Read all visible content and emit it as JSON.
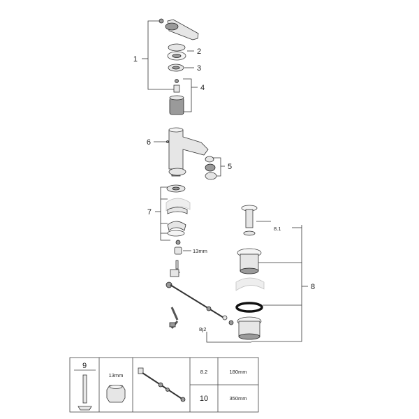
{
  "callouts": {
    "c1": "1",
    "c2": "2",
    "c3": "3",
    "c4": "4",
    "c5": "5",
    "c6": "6",
    "c7": "7",
    "c8": "8",
    "c8_1": "8.1",
    "c8_2": "8.2"
  },
  "dimension_label": "13mm",
  "legend": {
    "item_9": "9",
    "nut_size": "13mm",
    "item_8_2": "8.2",
    "length_180": "180mm",
    "item_10": "10",
    "length_350": "350mm"
  }
}
